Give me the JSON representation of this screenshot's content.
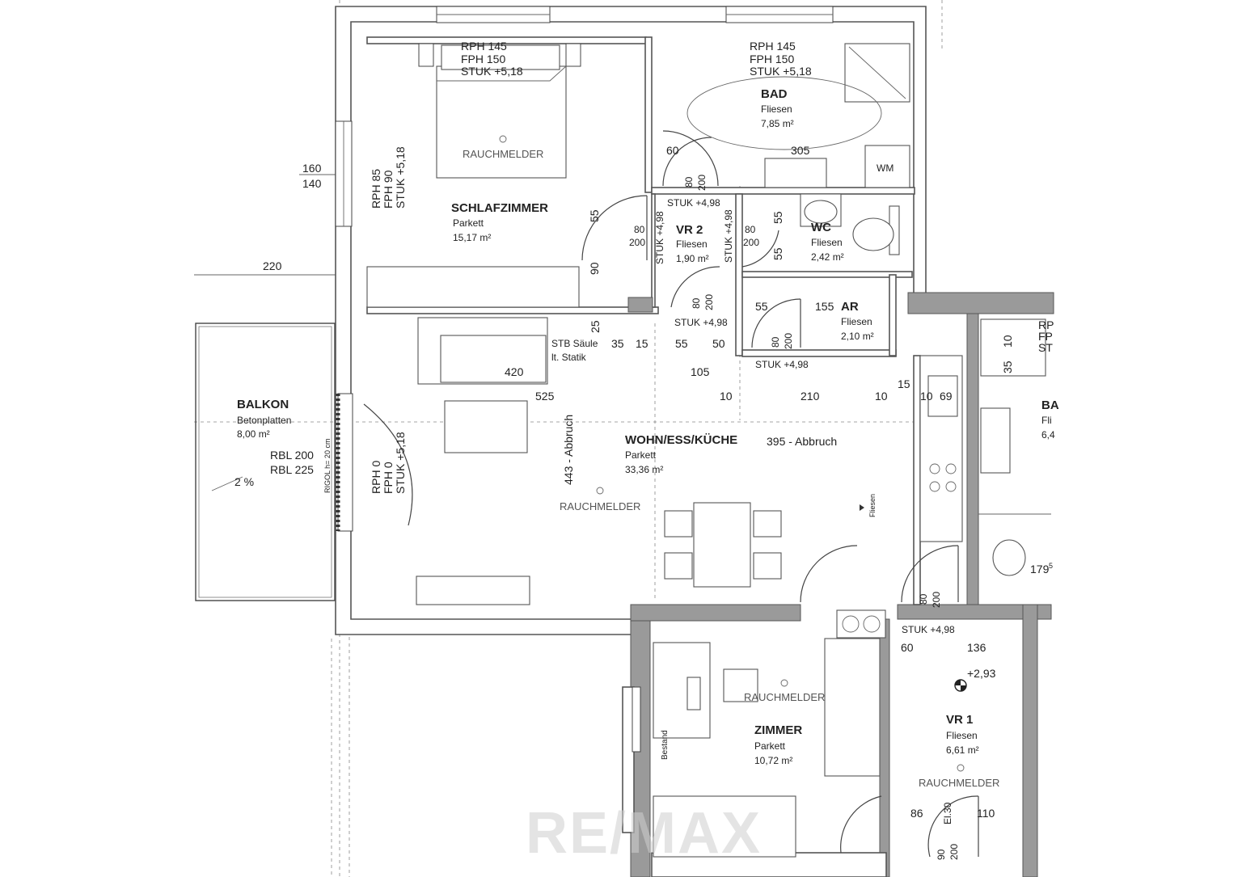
{
  "rooms": {
    "schlafzimmer": {
      "name": "SCHLAFZIMMER",
      "floor": "Parkett",
      "area": "15,17 m²"
    },
    "bad": {
      "name": "BAD",
      "floor": "Fliesen",
      "area": "7,85 m²"
    },
    "vr2": {
      "name": "VR 2",
      "floor": "Fliesen",
      "area": "1,90 m²"
    },
    "wc": {
      "name": "WC",
      "floor": "Fliesen",
      "area": "2,42 m²"
    },
    "ar": {
      "name": "AR",
      "floor": "Fliesen",
      "area": "2,10 m²"
    },
    "wohn": {
      "name": "WOHN/ESS/KÜCHE",
      "floor": "Parkett",
      "area": "33,36 m²"
    },
    "balkon": {
      "name": "BALKON",
      "floor": "Betonplatten",
      "area": "8,00 m²"
    },
    "zimmer": {
      "name": "ZIMMER",
      "floor": "Parkett",
      "area": "10,72 m²"
    },
    "vr1": {
      "name": "VR 1",
      "floor": "Fliesen",
      "area": "6,61 m²"
    },
    "neighbor_bad": {
      "name": "BA",
      "floor": "Fli",
      "area": "6,4"
    }
  },
  "window_specs": {
    "schlaf_top": [
      "RPH 145",
      "FPH 150",
      "STUK +5,18"
    ],
    "bad_top": [
      "RPH 145",
      "FPH 150",
      "STUK +5,18"
    ],
    "schlaf_left": [
      "RPH 85",
      "FPH 90",
      "STUK +5,18"
    ],
    "wohn_left": [
      "RPH 0",
      "FPH 0",
      "STUK +5,18"
    ],
    "neighbor": [
      "RP",
      "FP",
      "ST"
    ]
  },
  "labels": {
    "smoke_detector": "RAUCHMELDER",
    "washer": "WM",
    "column": "STB Säule",
    "column2": "lt. Statik",
    "demolish_443": "443 - Abbruch",
    "demolish_395": "395 - Abbruch",
    "tiles": "Fliesen",
    "bestand": "Bestand",
    "rbl1": "RBL 200",
    "rbl2": "RBL 225",
    "slope": "2 %",
    "riegel": "RIGOL h= 20 cm",
    "stuk_vr2": "STUK +4,98",
    "stuk_vr2_v1": "STUK +4,98",
    "stuk_vr2_v2": "STUK +4,98",
    "stuk_hall": "STUK +4,98",
    "stuk_ar": "STUK +4,98",
    "stuk_vr1": "STUK +4,98",
    "level": "+2,93",
    "el": "El.30",
    "neighbor_num": "179",
    "neighbor_sup": "5",
    "watermark": "RE/MAX"
  },
  "dims": {
    "d160": "160",
    "d140": "140",
    "d220": "220",
    "d60a": "60",
    "d305": "305",
    "d55a": "55",
    "d90a": "90",
    "d80a": "80",
    "d200a": "200",
    "d80b": "80",
    "d200b": "200",
    "d80c": "80",
    "d200c": "200",
    "d55b": "55",
    "d55c": "55",
    "d80d": "80",
    "d200d": "200",
    "d55d": "55",
    "d155": "155",
    "d80e": "80",
    "d200e": "200",
    "d25": "25",
    "d35": "35",
    "d15a": "15",
    "d55e": "55",
    "d50": "50",
    "d420": "420",
    "d105": "105",
    "d525": "525",
    "d10a": "10",
    "d210": "210",
    "d10b": "10",
    "d15b": "15",
    "d10c": "10",
    "d69": "69",
    "d35b": "35",
    "d10d": "10",
    "d80f": "80",
    "d200f": "200",
    "d60b": "60",
    "d136": "136",
    "d86": "86",
    "d110": "110",
    "d90b": "90",
    "d200g": "200"
  }
}
